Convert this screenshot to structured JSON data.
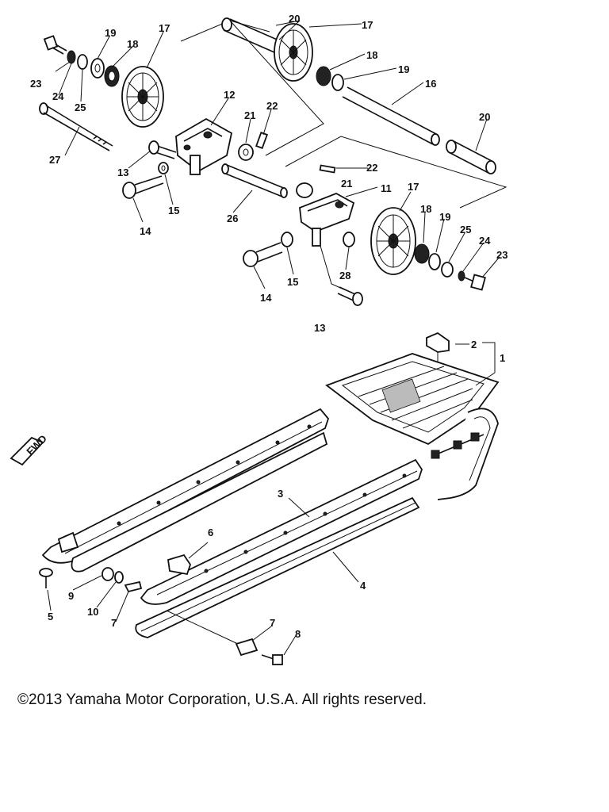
{
  "callouts": [
    {
      "id": "c1",
      "text": "1"
    },
    {
      "id": "c2",
      "text": "2"
    },
    {
      "id": "c3",
      "text": "3"
    },
    {
      "id": "c4",
      "text": "4"
    },
    {
      "id": "c5",
      "text": "5"
    },
    {
      "id": "c6",
      "text": "6"
    },
    {
      "id": "c7a",
      "text": "7"
    },
    {
      "id": "c7b",
      "text": "7"
    },
    {
      "id": "c8",
      "text": "8"
    },
    {
      "id": "c9",
      "text": "9"
    },
    {
      "id": "c10",
      "text": "10"
    },
    {
      "id": "c11",
      "text": "11"
    },
    {
      "id": "c12",
      "text": "12"
    },
    {
      "id": "c13a",
      "text": "13"
    },
    {
      "id": "c13b",
      "text": "13"
    },
    {
      "id": "c14a",
      "text": "14"
    },
    {
      "id": "c14b",
      "text": "14"
    },
    {
      "id": "c15a",
      "text": "15"
    },
    {
      "id": "c15b",
      "text": "15"
    },
    {
      "id": "c16",
      "text": "16"
    },
    {
      "id": "c17a",
      "text": "17"
    },
    {
      "id": "c17b",
      "text": "17"
    },
    {
      "id": "c17c",
      "text": "17"
    },
    {
      "id": "c18a",
      "text": "18"
    },
    {
      "id": "c18b",
      "text": "18"
    },
    {
      "id": "c18c",
      "text": "18"
    },
    {
      "id": "c19a",
      "text": "19"
    },
    {
      "id": "c19b",
      "text": "19"
    },
    {
      "id": "c19c",
      "text": "19"
    },
    {
      "id": "c20a",
      "text": "20"
    },
    {
      "id": "c20b",
      "text": "20"
    },
    {
      "id": "c21a",
      "text": "21"
    },
    {
      "id": "c21b",
      "text": "21"
    },
    {
      "id": "c22a",
      "text": "22"
    },
    {
      "id": "c22b",
      "text": "22"
    },
    {
      "id": "c23a",
      "text": "23"
    },
    {
      "id": "c23b",
      "text": "23"
    },
    {
      "id": "c24a",
      "text": "24"
    },
    {
      "id": "c24b",
      "text": "24"
    },
    {
      "id": "c25a",
      "text": "25"
    },
    {
      "id": "c25b",
      "text": "25"
    },
    {
      "id": "c26",
      "text": "26"
    },
    {
      "id": "c27",
      "text": "27"
    },
    {
      "id": "c28",
      "text": "28"
    }
  ],
  "fwd_marker": "FWD",
  "copyright": "©2013 Yamaha Motor Corporation, U.S.A. All rights reserved."
}
